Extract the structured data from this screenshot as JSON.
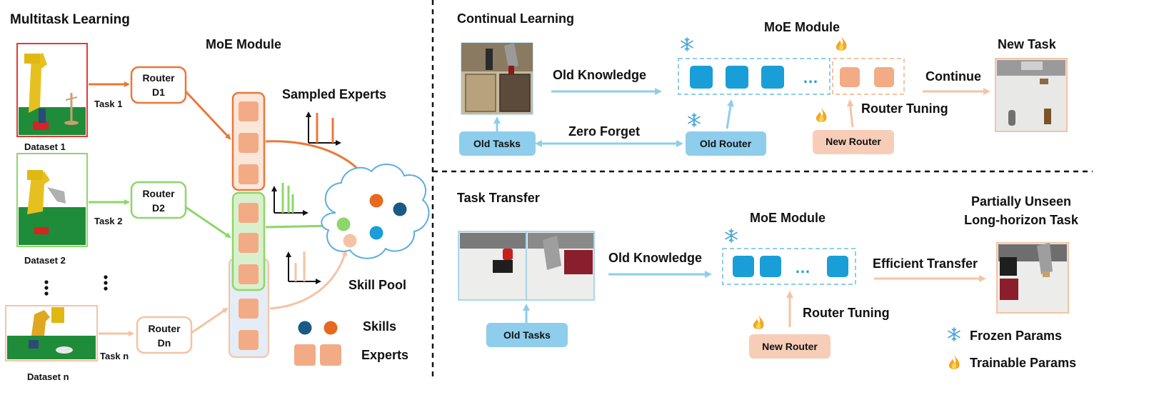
{
  "colors": {
    "task1": "#E8793A",
    "task2": "#8ED66B",
    "taskn": "#F4C3A6",
    "expert_fill": "#F2AB85",
    "frozen_blue": "#1A9ED8",
    "router_blue": "#8ECDEB",
    "new_router_peach": "#F7CDB8",
    "skill_dark_blue": "#1A5A87",
    "skill_orange": "#E7691F"
  },
  "icons": {
    "frozen": "snowflake-icon",
    "trainable": "flame-icon"
  },
  "multitask": {
    "title": "Multitask Learning",
    "moe_title": "MoE Module",
    "datasets": [
      "Dataset 1",
      "Dataset 2",
      "Dataset n"
    ],
    "tasks": [
      "Task 1",
      "Task 2",
      "Task n"
    ],
    "routers": [
      {
        "line1": "Router",
        "line2": "D1"
      },
      {
        "line1": "Router",
        "line2": "D2"
      },
      {
        "line1": "Router",
        "line2": "Dn"
      }
    ],
    "sampled_experts": "Sampled Experts",
    "skill_pool": "Skill Pool",
    "legend_skills": "Skills",
    "legend_experts": "Experts"
  },
  "continual": {
    "title": "Continual Learning",
    "moe_title": "MoE Module",
    "old_knowledge": "Old Knowledge",
    "zero_forget": "Zero Forget",
    "continue": "Continue",
    "new_task": "New Task",
    "old_tasks": "Old Tasks",
    "old_router": "Old Router",
    "new_router": "New Router",
    "router_tuning": "Router Tuning",
    "ellipsis": "…"
  },
  "transfer": {
    "title": "Task Transfer",
    "moe_title": "MoE Module",
    "old_knowledge": "Old Knowledge",
    "efficient_transfer": "Efficient Transfer",
    "target_line1": "Partially Unseen",
    "target_line2": "Long-horizon Task",
    "old_tasks": "Old Tasks",
    "new_router": "New Router",
    "router_tuning": "Router Tuning",
    "ellipsis": "…"
  },
  "legend": {
    "frozen": "Frozen Params",
    "trainable": "Trainable Params"
  }
}
